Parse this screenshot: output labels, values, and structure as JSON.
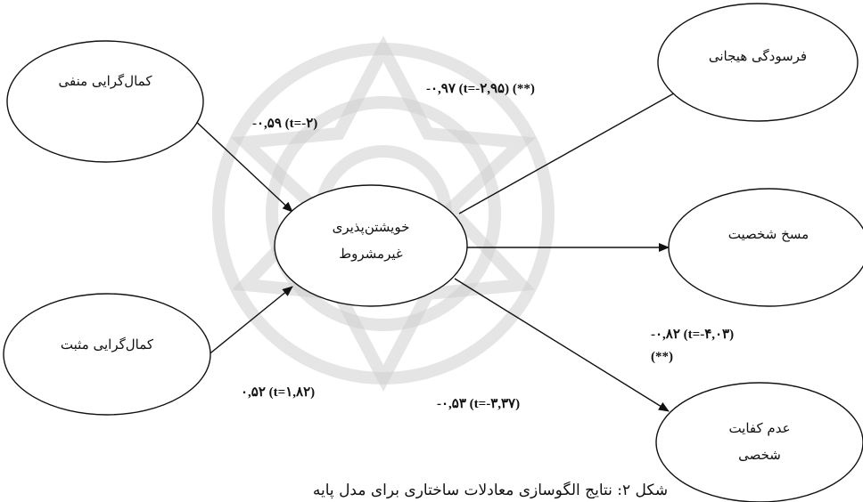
{
  "nodes": {
    "neg_perfectionism": "کمال‌گرایی منفی",
    "pos_perfectionism": "کمال‌گرایی مثبت",
    "usa_line1": "خویشتن‌پذیری",
    "usa_line2": "غیرمشروط",
    "emotional_exhaustion": "فرسودگی هیجانی",
    "depersonalization": "مسخ شخصیت",
    "inefficacy_line1": "عدم کفایت",
    "inefficacy_line2": "شخصی"
  },
  "paths": {
    "neg_to_usa": "-۰,۵۹ (t=-۲)",
    "pos_to_usa": "۰,۵۲ (t=۱,۸۲)",
    "usa_to_exhaustion": "-۰,۹۷ (t=-۲,۹۵) (**)",
    "usa_to_depersonalization_line1": "-۰,۸۲ (t=-۴,۰۳)",
    "usa_to_depersonalization_line2": "(**)",
    "usa_to_inefficacy": "-۰,۵۳ (t=-۳,۳۷)"
  },
  "caption": "شکل ۲: نتایج الگوسازی معادلات ساختاری برای مدل پایه",
  "colors": {
    "stroke": "#111111",
    "watermark": "#cfcfcf"
  }
}
